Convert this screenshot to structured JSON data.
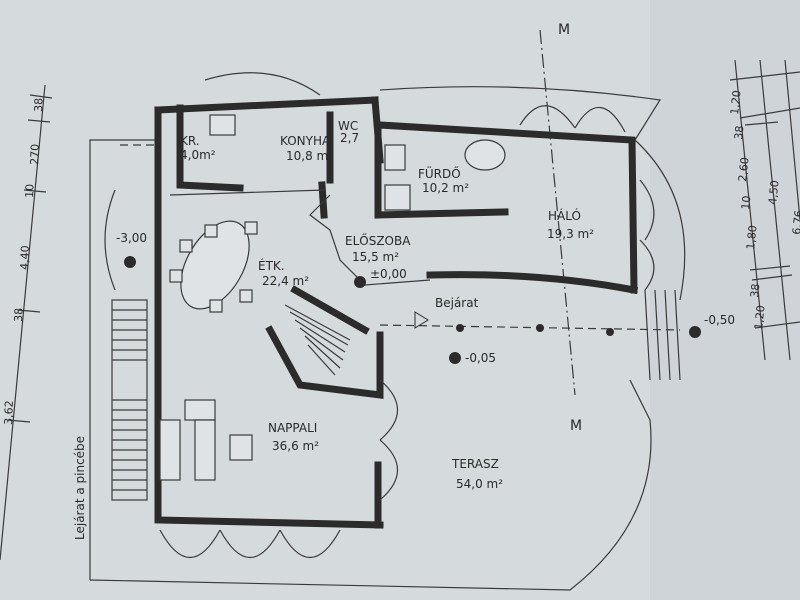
{
  "rooms": {
    "kamra": {
      "name": "KR.",
      "area": "4,0m²"
    },
    "konyha": {
      "name": "KONYHA",
      "area": "10,8 m²"
    },
    "wc": {
      "name": "WC",
      "area": "2,7"
    },
    "furdo": {
      "name": "FÜRDŐ",
      "area": "10,2 m²"
    },
    "halo": {
      "name": "HÁLÓ",
      "area": "19,3 m²"
    },
    "etk": {
      "name": "ÉTK.",
      "area": "22,4 m²"
    },
    "eloszoba": {
      "name": "ELŐSZOBA",
      "area": "15,5 m²"
    },
    "nappali": {
      "name": "NAPPALI",
      "area": "36,6 m²"
    },
    "terasz": {
      "name": "TERASZ",
      "area": "54,0 m²"
    }
  },
  "labels": {
    "entrance": "Bejárat",
    "basement_stairs": "Lejárat a pincébe",
    "section_top": "M",
    "section_bottom": "M"
  },
  "levels": {
    "hall": "±0,00",
    "entrance": "-0,05",
    "right": "-0,50",
    "left": "-3,00"
  },
  "dimensions": {
    "left": [
      "38",
      "270",
      "10",
      "4,40",
      "38",
      "3,62"
    ],
    "right_inner": [
      "1,20",
      "38",
      "2,60",
      "10",
      "1,80",
      "38",
      "1,20"
    ],
    "right_mid": "4,50",
    "right_outer": "6,76"
  },
  "colors": {
    "paper": "#d5dadd",
    "ink": "#2b2b2b"
  }
}
